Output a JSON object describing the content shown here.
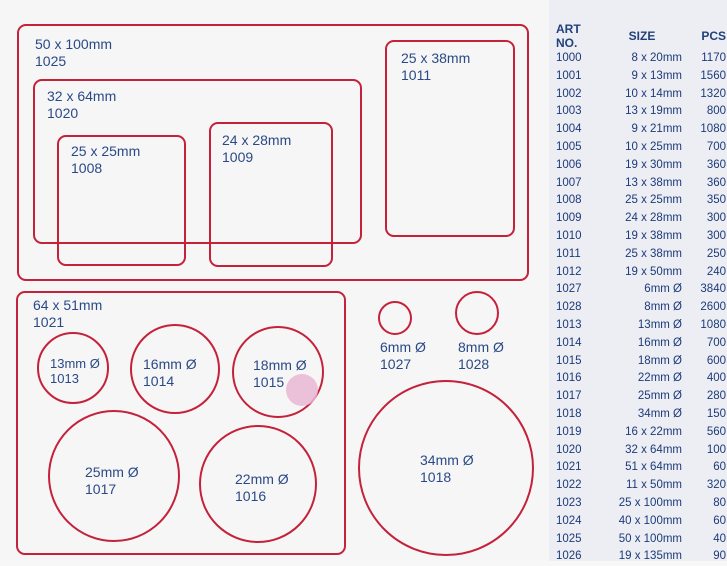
{
  "colors": {
    "outline": "#c4213a",
    "text": "#2a4a86",
    "table_text": "#1c3a7a"
  },
  "shapes": {
    "r50x100": {
      "size": "50 x 100mm",
      "art": "1025"
    },
    "r32x64": {
      "size": "32 x 64mm",
      "art": "1020"
    },
    "r25x25": {
      "size": "25 x 25mm",
      "art": "1008"
    },
    "r24x28": {
      "size": "24 x 28mm",
      "art": "1009"
    },
    "r25x38": {
      "size": "25 x 38mm",
      "art": "1011"
    },
    "r64x51": {
      "size": "64 x 51mm",
      "art": "1021"
    },
    "c13": {
      "size": "13mm Ø",
      "art": "1013"
    },
    "c16": {
      "size": "16mm Ø",
      "art": "1014"
    },
    "c18": {
      "size": "18mm Ø",
      "art": "1015"
    },
    "c25": {
      "size": "25mm Ø",
      "art": "1017"
    },
    "c22": {
      "size": "22mm Ø",
      "art": "1016"
    },
    "c6": {
      "size": "6mm Ø",
      "art": "1027"
    },
    "c8": {
      "size": "8mm Ø",
      "art": "1028"
    },
    "c34": {
      "size": "34mm Ø",
      "art": "1018"
    }
  },
  "table": {
    "headers": {
      "art": "ART NO.",
      "size": "SIZE",
      "pcs": "PCS"
    },
    "rows": [
      {
        "art": "1000",
        "size": "8 x 20mm",
        "pcs": "1170"
      },
      {
        "art": "1001",
        "size": "9 x 13mm",
        "pcs": "1560"
      },
      {
        "art": "1002",
        "size": "10 x 14mm",
        "pcs": "1320"
      },
      {
        "art": "1003",
        "size": "13 x 19mm",
        "pcs": "800"
      },
      {
        "art": "1004",
        "size": "9 x 21mm",
        "pcs": "1080"
      },
      {
        "art": "1005",
        "size": "10 x 25mm",
        "pcs": "700"
      },
      {
        "art": "1006",
        "size": "19 x 30mm",
        "pcs": "360"
      },
      {
        "art": "1007",
        "size": "13 x 38mm",
        "pcs": "360"
      },
      {
        "art": "1008",
        "size": "25 x 25mm",
        "pcs": "350"
      },
      {
        "art": "1009",
        "size": "24 x 28mm",
        "pcs": "300"
      },
      {
        "art": "1010",
        "size": "19 x 38mm",
        "pcs": "300"
      },
      {
        "art": "1011",
        "size": "25 x 38mm",
        "pcs": "250"
      },
      {
        "art": "1012",
        "size": "19 x 50mm",
        "pcs": "240"
      },
      {
        "art": "1027",
        "size": "6mm Ø",
        "pcs": "3840"
      },
      {
        "art": "1028",
        "size": "8mm Ø",
        "pcs": "2600"
      },
      {
        "art": "1013",
        "size": "13mm Ø",
        "pcs": "1080"
      },
      {
        "art": "1014",
        "size": "16mm Ø",
        "pcs": "700"
      },
      {
        "art": "1015",
        "size": "18mm Ø",
        "pcs": "600"
      },
      {
        "art": "1016",
        "size": "22mm Ø",
        "pcs": "400"
      },
      {
        "art": "1017",
        "size": "25mm Ø",
        "pcs": "280"
      },
      {
        "art": "1018",
        "size": "34mm Ø",
        "pcs": "150"
      },
      {
        "art": "1019",
        "size": "16 x 22mm",
        "pcs": "560"
      },
      {
        "art": "1020",
        "size": "32 x 64mm",
        "pcs": "100"
      },
      {
        "art": "1021",
        "size": "51 x 64mm",
        "pcs": "60"
      },
      {
        "art": "1022",
        "size": "11 x 50mm",
        "pcs": "320"
      },
      {
        "art": "1023",
        "size": "25 x 100mm",
        "pcs": "80"
      },
      {
        "art": "1024",
        "size": "40 x 100mm",
        "pcs": "60"
      },
      {
        "art": "1025",
        "size": "50 x 100mm",
        "pcs": "40"
      },
      {
        "art": "1026",
        "size": "19 x 135mm",
        "pcs": "90"
      }
    ]
  }
}
